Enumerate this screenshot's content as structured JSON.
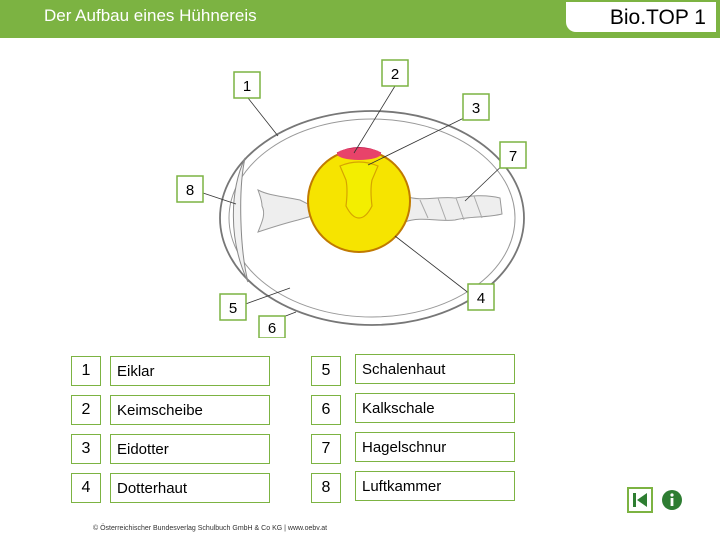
{
  "header": {
    "title": "Der Aufbau eines Hühnereis",
    "brand": "Bio.TOP 1"
  },
  "diagram": {
    "callouts": [
      "1",
      "2",
      "3",
      "7",
      "8",
      "4",
      "5",
      "6"
    ]
  },
  "legend": [
    {
      "num": "1",
      "label": "Eiklar"
    },
    {
      "num": "2",
      "label": "Keimscheibe"
    },
    {
      "num": "3",
      "label": "Eidotter"
    },
    {
      "num": "4",
      "label": "Dotterhaut"
    },
    {
      "num": "5",
      "label": "Schalenhaut"
    },
    {
      "num": "6",
      "label": "Kalkschale"
    },
    {
      "num": "7",
      "label": "Hagelschnur"
    },
    {
      "num": "8",
      "label": "Luftkammer"
    }
  ],
  "footer": "© Österreichischer Bundesverlag Schulbuch GmbH & Co KG | www.oebv.at",
  "colors": {
    "accent": "#7cb342",
    "yolk": "#f6e400",
    "germinal_disc": "#e8436a",
    "yolk_outline": "#c07a00"
  },
  "icons": [
    "back-icon",
    "info-icon"
  ]
}
